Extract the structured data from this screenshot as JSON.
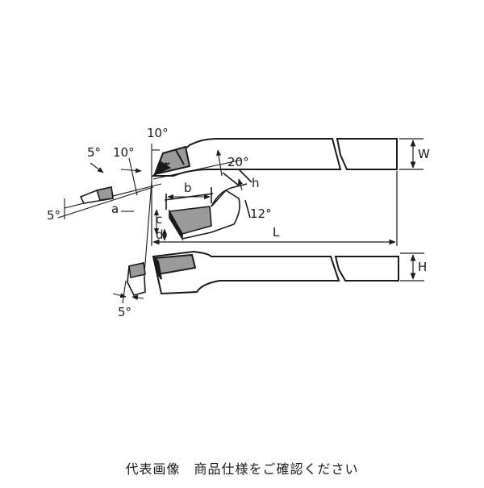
{
  "diagram": {
    "labels": {
      "deg10_top": "10°",
      "deg10_left": "10°",
      "deg5_top": "5°",
      "deg5_left": "5°",
      "deg5_bottom": "5°",
      "deg20": "20°",
      "deg12": "12°",
      "r": "r",
      "a": "a",
      "b": "b",
      "c": "c",
      "d": "d",
      "h": "h",
      "W": "W",
      "L": "L",
      "H": "H"
    },
    "colors": {
      "line": "#1a1a1a",
      "tip_fill": "#9a9a9a",
      "tip_dark": "#1a1a1a",
      "background": "#ffffff"
    }
  },
  "caption": "代表画像　商品仕様をご確認ください"
}
